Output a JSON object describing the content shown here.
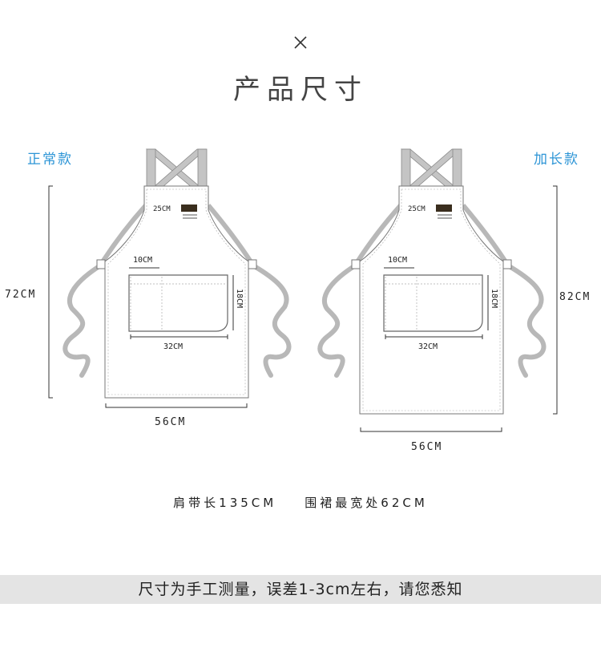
{
  "title": "产品尺寸",
  "close_icon": "close-icon",
  "variants": [
    {
      "label": "正常款",
      "total_length": "72CM",
      "width": "56CM",
      "top_width": "25CM",
      "pocket_width": "32CM",
      "pocket_height": "18CM",
      "pocket_divider": "10CM"
    },
    {
      "label": "加长款",
      "total_length": "82CM",
      "width": "56CM",
      "top_width": "25CM",
      "pocket_width": "32CM",
      "pocket_height": "18CM",
      "pocket_divider": "10CM"
    }
  ],
  "specs": {
    "strap": "肩带长135CM",
    "waist": "围裙最宽处62CM"
  },
  "note": "尺寸为手工测量，误差1-3cm左右，请您悉知",
  "colors": {
    "accent": "#2d95d6",
    "strap": "#b8b8b8",
    "outline": "#666666",
    "note_bg": "#e4e4e4"
  }
}
